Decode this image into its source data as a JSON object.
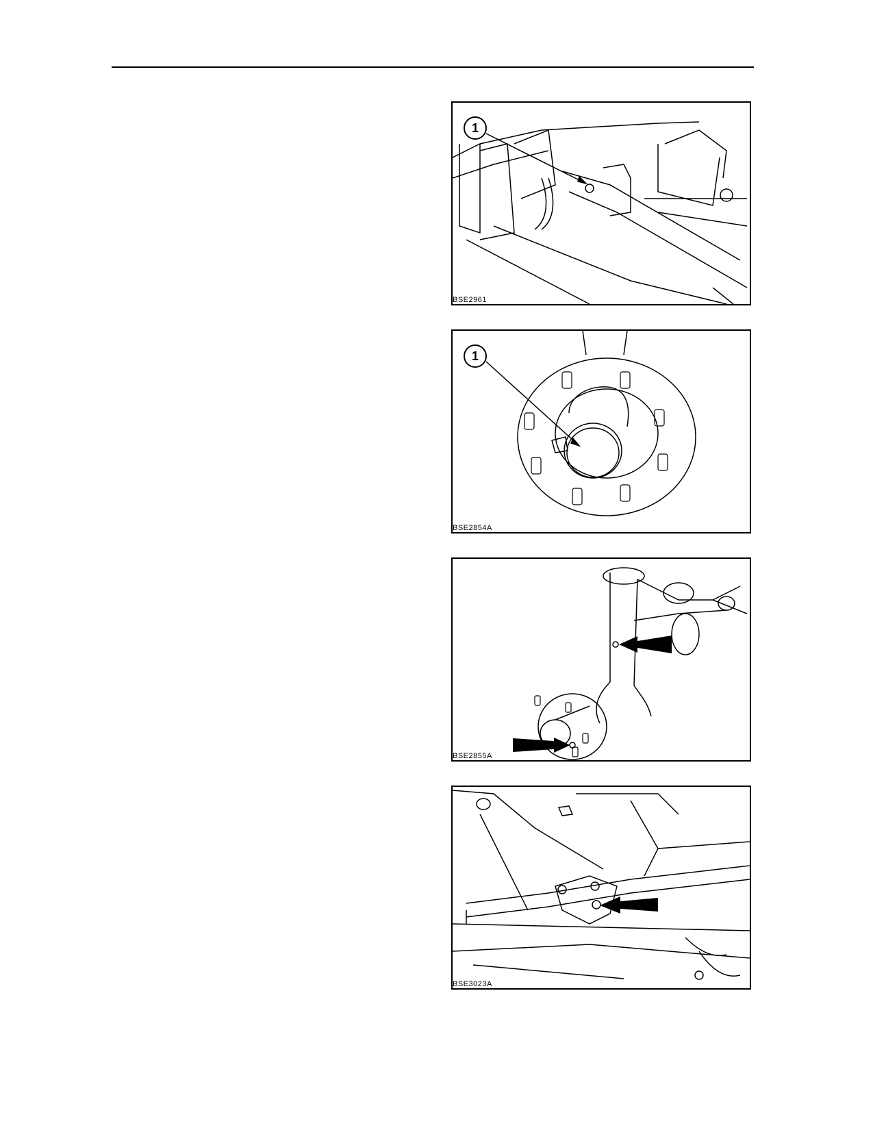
{
  "figures": [
    {
      "code": "BSE2961",
      "callout": "1"
    },
    {
      "code": "BSE2854A",
      "callout": "1"
    },
    {
      "code": "BSE2855A"
    },
    {
      "code": "BSE3023A"
    }
  ]
}
